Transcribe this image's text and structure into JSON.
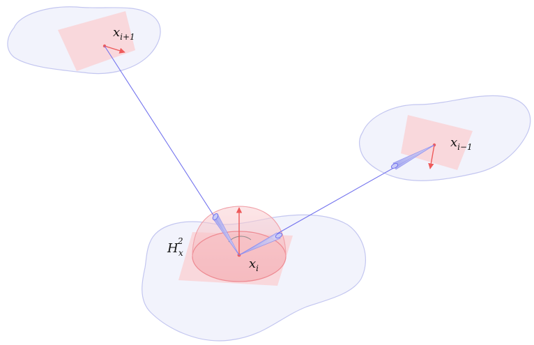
{
  "labels": {
    "top": {
      "base": "x",
      "sub": "i+1"
    },
    "right": {
      "base": "x",
      "sub": "i−1"
    },
    "center": {
      "base": "x",
      "sub": "i"
    },
    "hemisphere": {
      "base": "H",
      "sub": "x",
      "sup": "2"
    }
  },
  "colors": {
    "surface_fill": "#f2f3fc",
    "surface_stroke": "#c3c6f0",
    "plane_fill": "#f9d6da",
    "hemisphere_fill": "#f6b8bd",
    "normal_arrow": "#ee5a5a",
    "ray": "#7373ee",
    "cone_fill": "#b5b7f3"
  }
}
